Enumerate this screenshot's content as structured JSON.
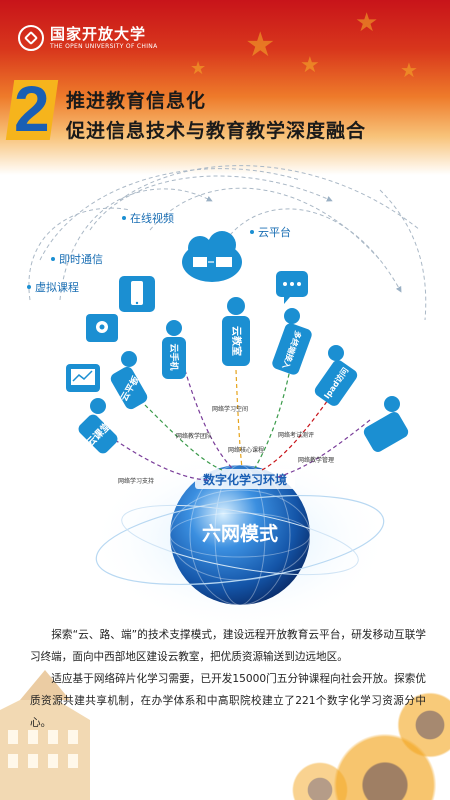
{
  "header": {
    "logo_cn": "国家开放大学",
    "logo_en": "THE OPEN UNIVERSITY OF CHINA",
    "number": "2",
    "title_line1": "推进教育信息化",
    "title_line2": "促进信息技术与教育教学深度融合"
  },
  "network": {
    "float_labels": [
      "在线视频",
      "云平台",
      "即时通信",
      "虚拟课程"
    ],
    "figures": [
      "云课堂",
      "云平板",
      "云手机",
      "云教室",
      "多终端接入",
      "Ipad访问"
    ],
    "connection_labels": [
      "网络学习空间",
      "网络教学团队",
      "网络核心课程",
      "网络考试测评",
      "网络学习支持",
      "网络教学管理"
    ],
    "environment_label": "数字化学习环境",
    "globe_label": "六网模式"
  },
  "description": {
    "para1": "探索“云、路、端”的技术支撑模式，建设远程开放教育云平台，研发移动互联学习终端，面向中西部地区建设云教室，把优质资源输送到边远地区。",
    "para2": "适应基于网络碎片化学习需要，已开发15000门五分钟课程向社会开放。探索优质资源共建共享机制，在办学体系和中高职院校建立了221个数字化学习资源分中心。"
  },
  "colors": {
    "brand_red": "#c8141a",
    "accent_blue": "#1b8fd2",
    "accent_orange": "#f6b41c",
    "globe_blue": "#1455a8"
  }
}
